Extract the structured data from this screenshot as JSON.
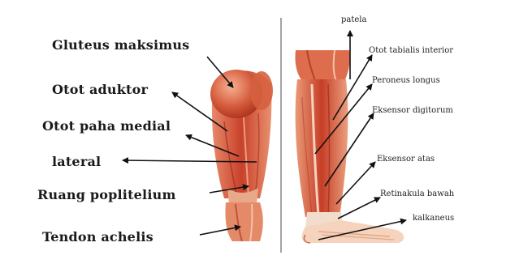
{
  "left_labels": {
    "gluteus": "Gluteus maksimus",
    "aduktor": "Otot aduktor",
    "paha_medial": "Otot paha medial",
    "lateral": "lateral",
    "popliteum": "Ruang poplitelium",
    "tendon": "Tendon achelis"
  },
  "right_labels": {
    "patela": "patela",
    "tibialis": "Otot tabialis interior",
    "peroneus": "Peroneus longus",
    "digitorum": "Eksensor digitorum",
    "atas": "Eksensor atas",
    "retinakula": "Retinakula bawah",
    "kalkaneus": "kalkaneus"
  },
  "colors": {
    "muscle_dark": "#b8321c",
    "muscle_mid": "#d9573a",
    "muscle_light": "#f0a07e",
    "skin": "#f7d6c1",
    "tendon": "#f3e7da",
    "arrow": "#111111",
    "divider": "#555555"
  }
}
